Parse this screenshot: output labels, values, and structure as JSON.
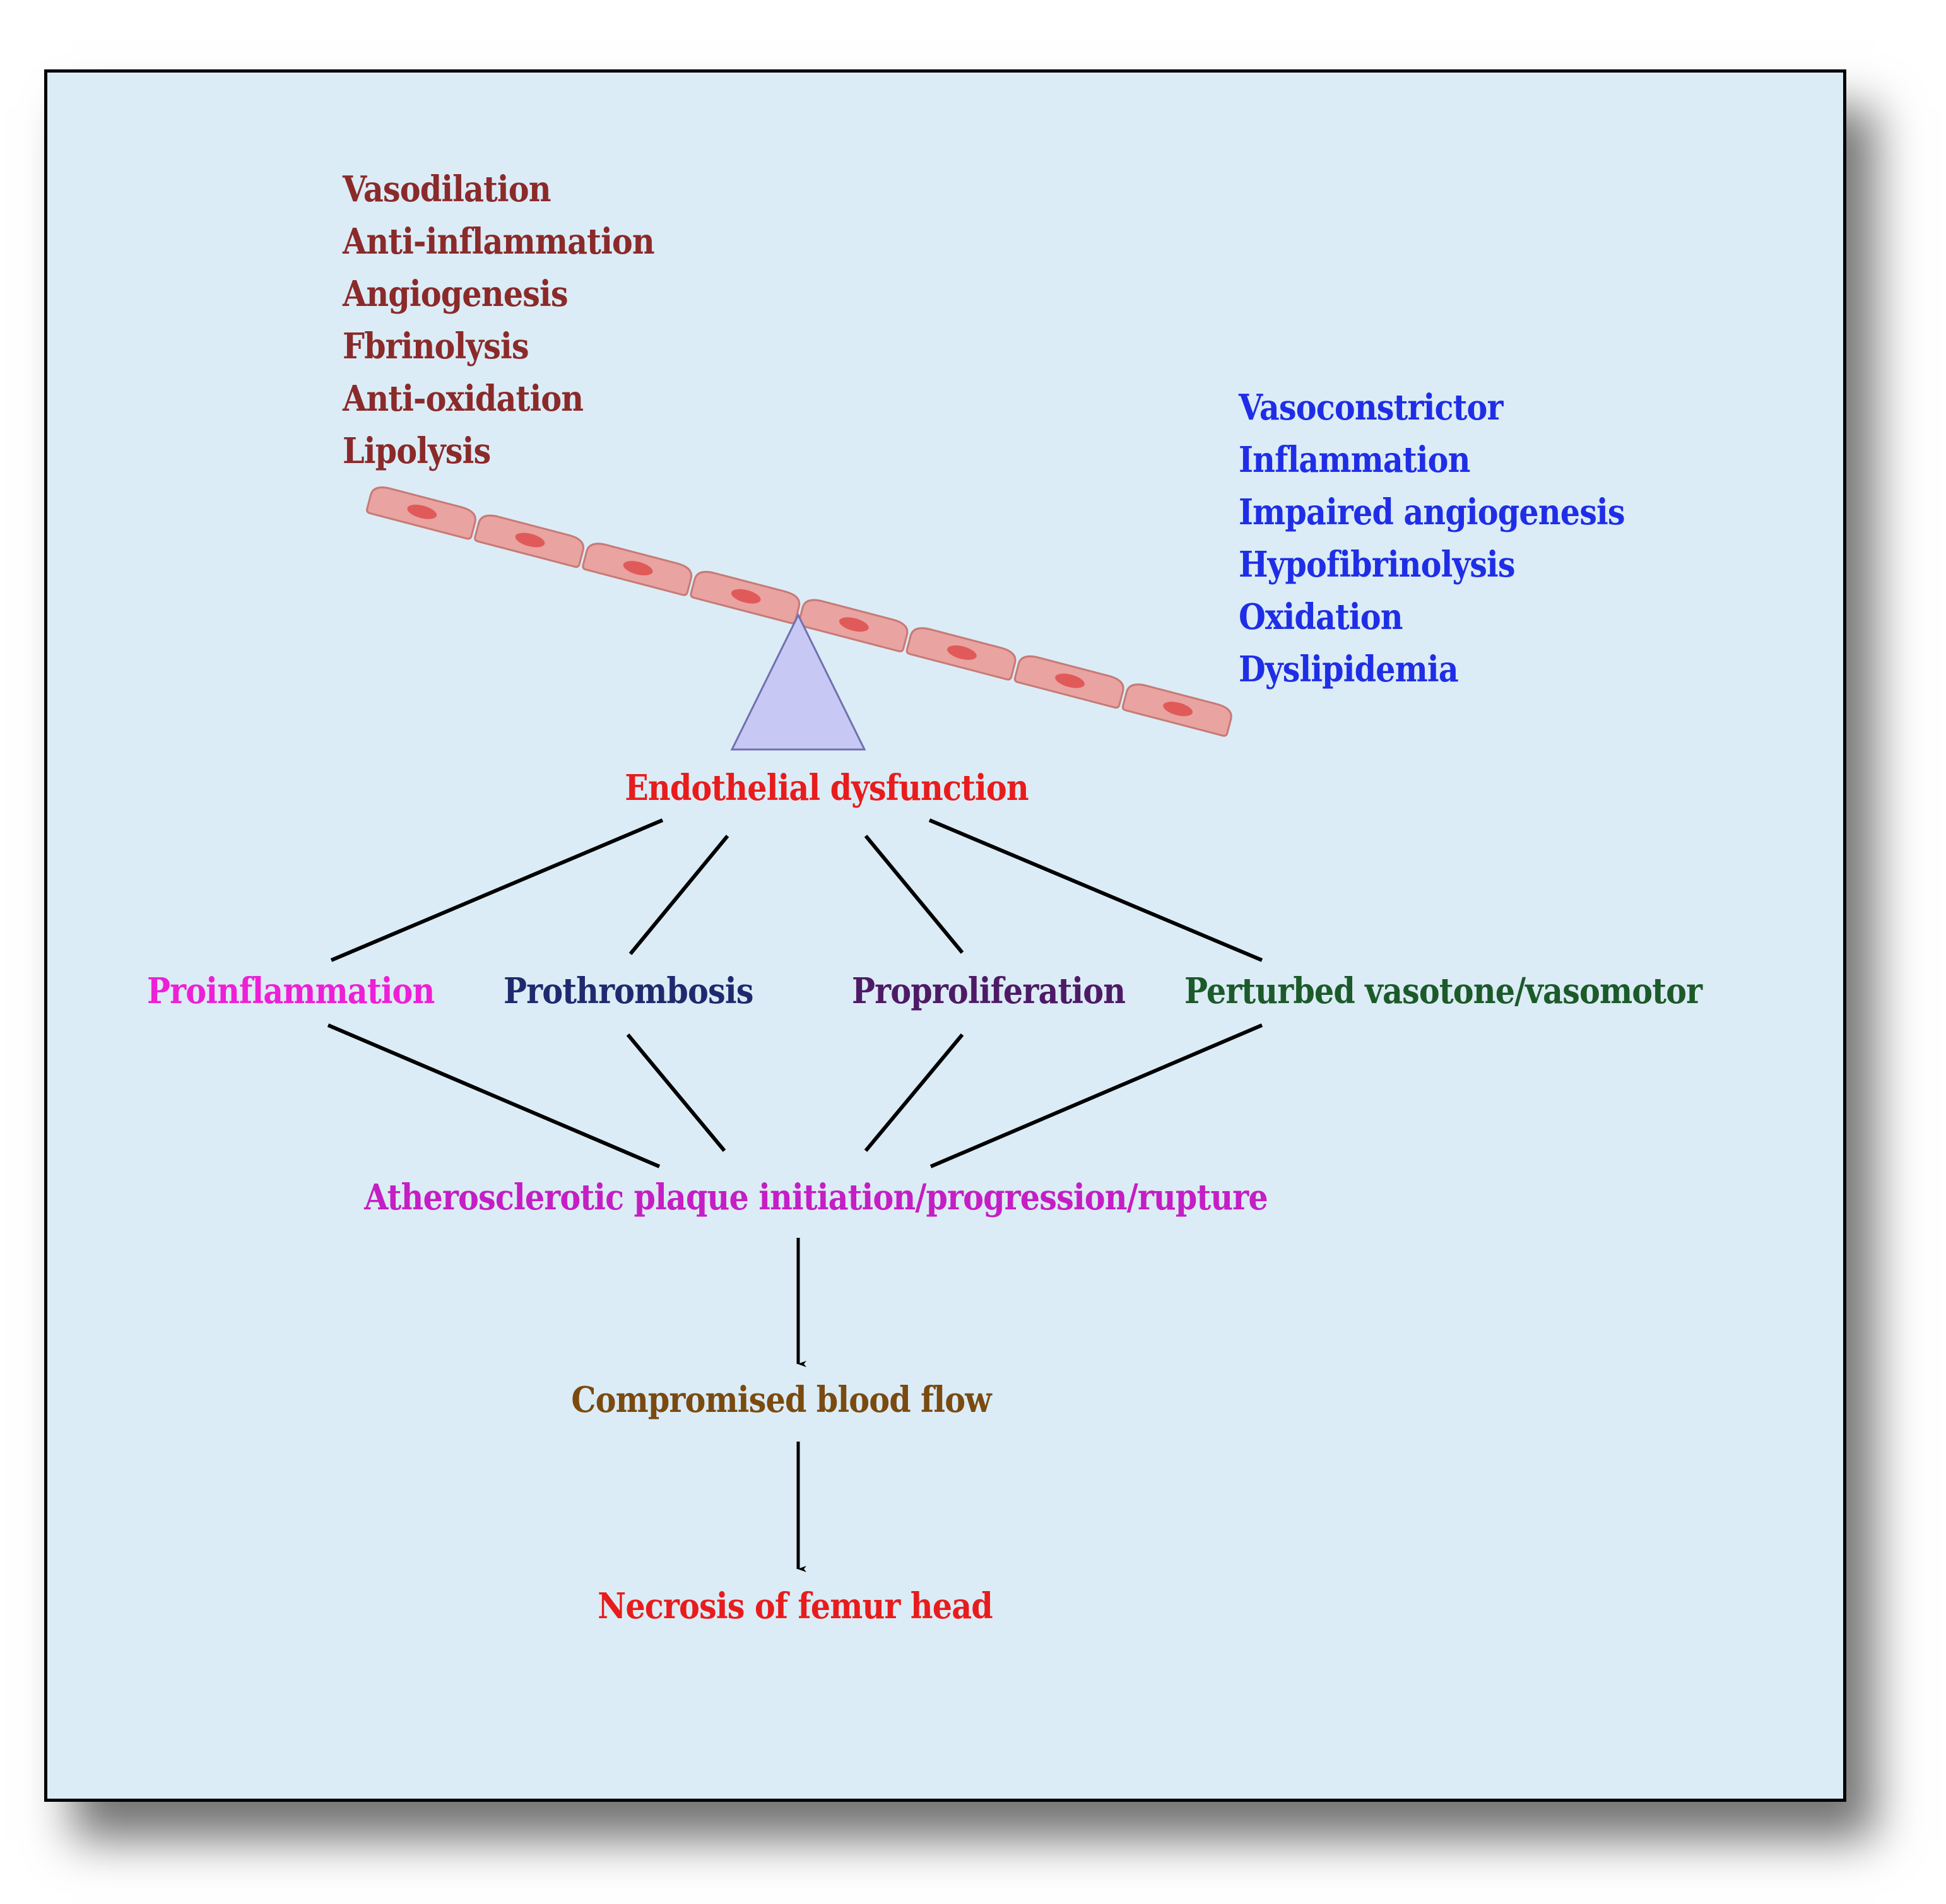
{
  "colors": {
    "background": "#dbecf6",
    "frame_border": "#000000",
    "cell_fill": "#e9a3a0",
    "cell_border": "#c77a76",
    "nucleus": "#e05a5a",
    "fulcrum": "#c8c8f4",
    "protective_list": "#8b2a2a",
    "harmful_list": "#1f2ee6",
    "endothelial": "#e81c1c",
    "proinflammation": "#ee1fd6",
    "prothrombosis": "#1f2a6e",
    "proproliferation": "#4e1a66",
    "perturbed": "#1c5a2a",
    "atherosclerotic": "#c41ec4",
    "compromised": "#7a4a10",
    "necrosis": "#e81c1c"
  },
  "protective": [
    "Vasodilation",
    "Anti-inflammation",
    "Angiogenesis",
    "Fbrinolysis",
    "Anti-oxidation",
    "Lipolysis"
  ],
  "harmful": [
    "Vasoconstrictor",
    "Inflammation",
    "Impaired angiogenesis",
    "Hypofibrinolysis",
    "Oxidation",
    "Dyslipidemia"
  ],
  "nodes": {
    "endothelial": "Endothelial dysfunction",
    "proinflammation": "Proinflammation",
    "prothrombosis": "Prothrombosis",
    "proproliferation": "Proproliferation",
    "perturbed": "Perturbed vasotone/vasomotor",
    "atherosclerotic": "Atherosclerotic plaque initiation/progression/rupture",
    "compromised": "Compromised blood flow",
    "necrosis": "Necrosis of femur head"
  }
}
